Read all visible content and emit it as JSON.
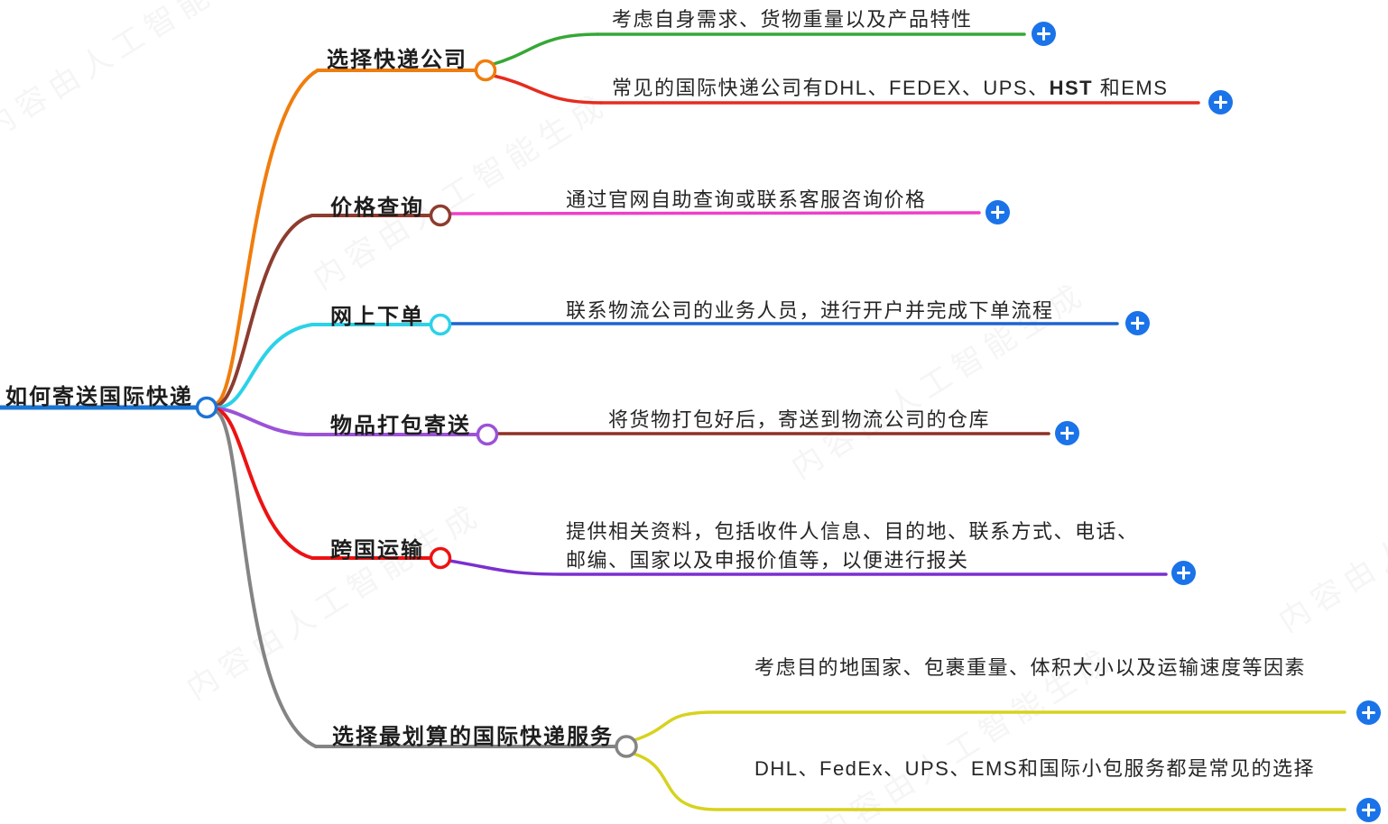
{
  "watermark": "内容由人工智能生成",
  "add_button_color": "#1a73e8",
  "root": {
    "label": "如何寄送国际快递",
    "color": "#1b74d4"
  },
  "branches": [
    {
      "label": "选择快递公司",
      "color": "#f07d0d",
      "children": [
        {
          "text": "考虑自身需求、货物重量以及产品特性",
          "color": "#35a835"
        },
        {
          "text_pre": "常见的国际快递公司有DHL、FEDEX、UPS、",
          "text_bold": "HST",
          "text_post": " 和EMS",
          "color": "#e62b1e"
        }
      ]
    },
    {
      "label": "价格查询",
      "color": "#8d3c30",
      "children": [
        {
          "text": "通过官网自助查询或联系客服咨询价格",
          "color": "#ee3fc8"
        }
      ]
    },
    {
      "label": "网上下单",
      "color": "#2bd2e8",
      "children": [
        {
          "text": "联系物流公司的业务人员，进行开户并完成下单流程",
          "color": "#1e63cf"
        }
      ]
    },
    {
      "label": "物品打包寄送",
      "color": "#9b52d6",
      "children": [
        {
          "text": "将货物打包好后，寄送到物流公司的仓库",
          "color": "#8f3026"
        }
      ]
    },
    {
      "label": "跨国运输",
      "color": "#ed1212",
      "children": [
        {
          "text": "提供相关资料，包括收件人信息、目的地、联系方式、电话、邮编、国家以及申报价值等，以便进行报关",
          "color": "#7a2fd0"
        }
      ]
    },
    {
      "label": "选择最划算的国际快递服务",
      "color": "#848484",
      "children": [
        {
          "text": "考虑目的地国家、包裹重量、体积大小以及运输速度等因素",
          "color": "#d7d21e"
        },
        {
          "text": "DHL、FedEx、UPS、EMS和国际小包服务都是常见的选择",
          "color": "#d7d21e"
        }
      ]
    }
  ]
}
